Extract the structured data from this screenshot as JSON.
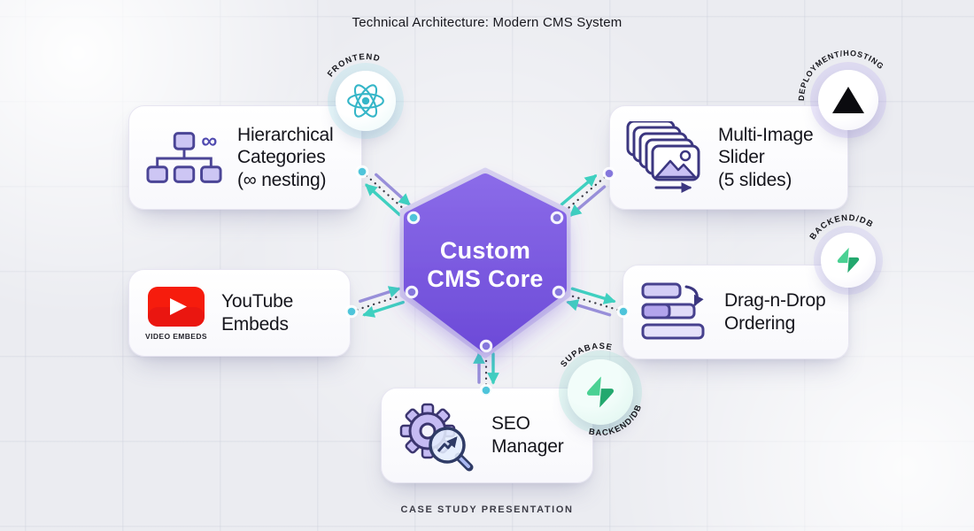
{
  "title": "Technical Architecture: Modern CMS System",
  "footer": "CASE STUDY PRESENTATION",
  "core": {
    "line1": "Custom",
    "line2": "CMS Core"
  },
  "cards": {
    "hierarchical": {
      "line1": "Hierarchical",
      "line2": "Categories",
      "line3": "(∞ nesting)"
    },
    "slider": {
      "line1": "Multi-Image",
      "line2": "Slider",
      "line3": "(5 slides)"
    },
    "youtube": {
      "line1": "YouTube",
      "line2": "Embeds",
      "caption": "VIDEO EMBEDS"
    },
    "dragdrop": {
      "line1": "Drag-n-Drop",
      "line2": "Ordering"
    },
    "seo": {
      "line1": "SEO",
      "line2": "Manager"
    }
  },
  "badges": {
    "react": {
      "label": "FRONTEND"
    },
    "vercel": {
      "label": "DEPLOYMENT/HOSTING"
    },
    "supabase_right": {
      "label": "BACKEND/DB"
    },
    "supabase_bottom": {
      "label_top": "SUPABASE",
      "label_bottom": "BACKEND/DB"
    }
  },
  "icons": {
    "infinity": "∞"
  },
  "colors": {
    "core_purple": "#7857e0",
    "connector_teal": "#3fd0c0",
    "connector_purple": "#988fd9",
    "dot_teal": "#4ec4da",
    "dot_purple": "#8577dc",
    "supabase_green": "#3ecf8e",
    "youtube_red": "#f61c0d",
    "vercel_black": "#0b0b0f"
  },
  "diagram": {
    "edges": [
      {
        "from": "hierarchical-categories",
        "to": "cms-core"
      },
      {
        "from": "multi-image-slider",
        "to": "cms-core"
      },
      {
        "from": "youtube-embeds",
        "to": "cms-core"
      },
      {
        "from": "drag-n-drop-ordering",
        "to": "cms-core"
      },
      {
        "from": "seo-manager",
        "to": "cms-core"
      }
    ]
  }
}
